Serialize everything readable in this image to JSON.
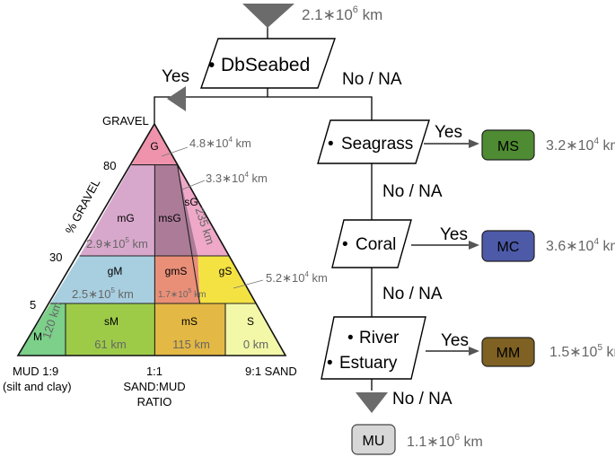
{
  "top_input": {
    "value_base": "2.1",
    "value_mult": "∗10",
    "value_exp": "6",
    "value_unit": "km"
  },
  "nodes": {
    "dbseabed": {
      "label": "DbSeabed"
    },
    "seagrass": {
      "label": "Seagrass"
    },
    "coral": {
      "label": "Coral"
    },
    "river": {
      "label": "River"
    },
    "estuary": {
      "label": "Estuary"
    }
  },
  "bullet": "•",
  "edges": {
    "yes": "Yes",
    "no_na": "No / NA"
  },
  "outputs": {
    "ms": {
      "label": "MS",
      "color": "#4e8b32",
      "base": "3.2",
      "mult": "∗10",
      "exp": "4",
      "unit": "km"
    },
    "mc": {
      "label": "MC",
      "color": "#4d5aa8",
      "base": "3.6",
      "mult": "∗10",
      "exp": "4",
      "unit": "km"
    },
    "mm": {
      "label": "MM",
      "color": "#7e6123",
      "base": "1.5",
      "mult": "∗10",
      "exp": "5",
      "unit": "km"
    },
    "mu": {
      "label": "MU",
      "color": "#d7d7d7",
      "base": "1.1",
      "mult": "∗10",
      "exp": "6",
      "unit": "km"
    }
  },
  "triangle": {
    "apex_label": "GRAVEL",
    "axis_label": "% GRAVEL",
    "ticks": [
      "80",
      "30",
      "5"
    ],
    "bottom_left_line1": "MUD 1:9",
    "bottom_left_line2": "(silt and clay)",
    "bottom_mid_line1": "1:1",
    "bottom_mid_line2": "SAND:MUD",
    "bottom_mid_line3": "RATIO",
    "bottom_right": "9:1 SAND",
    "classes": {
      "G": {
        "label": "G",
        "color": "#ee93ab"
      },
      "mG": {
        "label": "mG",
        "color": "#d8a8cc"
      },
      "msG": {
        "label": "msG",
        "color": "#ac7b98"
      },
      "sG": {
        "label": "sG",
        "color": "#efa8c8"
      },
      "gM": {
        "label": "gM",
        "color": "#a8cfe0"
      },
      "gmS": {
        "label": "gmS",
        "color": "#e98f78"
      },
      "gS": {
        "label": "gS",
        "color": "#f4e243"
      },
      "M": {
        "label": "M",
        "color": "#7cd08a"
      },
      "sM": {
        "label": "sM",
        "color": "#9dcb48"
      },
      "mS": {
        "label": "mS",
        "color": "#e3b844"
      },
      "S": {
        "label": "S",
        "color": "#f2f8a8"
      }
    },
    "values": {
      "G": {
        "base": "4.8",
        "mult": "∗10",
        "exp": "4",
        "unit": "km"
      },
      "sG": {
        "base": "3.3",
        "mult": "∗10",
        "exp": "4",
        "unit": "km"
      },
      "sG_rot": "235 km",
      "mG": {
        "base": "2.9",
        "mult": "∗10",
        "exp": "5",
        "unit": "km"
      },
      "gS": {
        "base": "5.2",
        "mult": "∗10",
        "exp": "4",
        "unit": "km"
      },
      "gM": {
        "base": "2.5",
        "mult": "∗10",
        "exp": "5",
        "unit": "km"
      },
      "gmS": {
        "base": "1.7",
        "mult": "∗10",
        "exp": "5",
        "unit": "km"
      },
      "M": "120 km",
      "sM": "61 km",
      "mS": "115 km",
      "S": "0 km"
    }
  }
}
